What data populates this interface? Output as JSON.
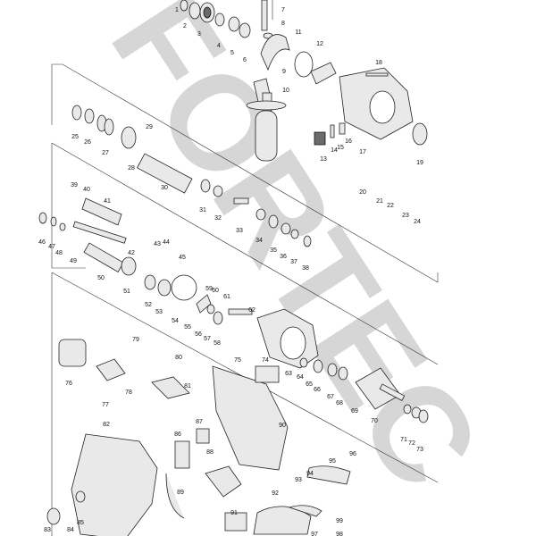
{
  "watermark": "FORTEC",
  "part_labels": [
    "1",
    "2",
    "3",
    "4",
    "5",
    "6",
    "7",
    "8",
    "9",
    "10",
    "11",
    "12",
    "13",
    "14",
    "15",
    "16",
    "17",
    "18",
    "19",
    "20",
    "21",
    "22",
    "23",
    "24",
    "25",
    "26",
    "27",
    "28",
    "29",
    "30",
    "31",
    "32",
    "33",
    "34",
    "35",
    "36",
    "37",
    "38",
    "39",
    "40",
    "41",
    "42",
    "43",
    "44",
    "45",
    "46",
    "47",
    "48",
    "49",
    "50",
    "51",
    "52",
    "53",
    "54",
    "55",
    "56",
    "57",
    "58",
    "59",
    "60",
    "61",
    "62",
    "63",
    "64",
    "65",
    "66",
    "67",
    "68",
    "69",
    "70",
    "71",
    "72",
    "73",
    "74",
    "75",
    "76",
    "77",
    "78",
    "79",
    "80",
    "81",
    "82",
    "83",
    "84",
    "85",
    "86",
    "87",
    "88",
    "89",
    "90",
    "91",
    "92",
    "93",
    "94",
    "95",
    "96",
    "97",
    "98",
    "99"
  ]
}
